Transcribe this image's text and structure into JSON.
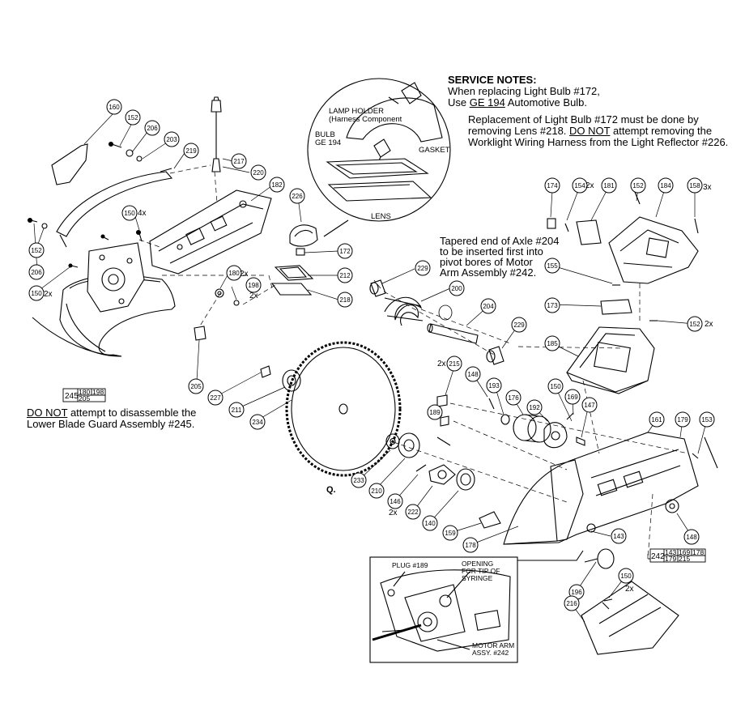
{
  "notes": {
    "service_title": "SERVICE NOTES:",
    "service_line1": "When replacing Light Bulb #172,",
    "service_use": "Use",
    "service_ge": "GE 194",
    "service_auto": "Automotive Bulb.",
    "replace_line1": "Replacement of Light Bulb #172 must be done by",
    "replace_line2_a": "removing Lens #218.",
    "replace_line2_donot": "DO NOT",
    "replace_line2_b": "attempt removing the",
    "replace_line3": "Worklight Wiring Harness from the Light Reflector #226.",
    "axle_line1": "Tapered end of Axle #204",
    "axle_line2": "to be inserted first into",
    "axle_line3": "pivot bores of Motor",
    "axle_line4": "Arm Assembly #242.",
    "guard_donot": "DO NOT",
    "guard_line1": "attempt to disassemble the",
    "guard_line2": "Lower Blade Guard Assembly #245."
  },
  "callouts": {
    "lamp_holder": "LAMP HOLDER",
    "harness": "(Harness Component",
    "bulb": "BULB",
    "ge194": "GE 194",
    "gasket": "GASKET",
    "lens": "LENS",
    "plug": "PLUG #189",
    "opening1": "OPENING",
    "opening2": "FOR TIP OF",
    "opening3": "SYRINGE",
    "motor_arm1": "MOTOR ARM",
    "motor_arm2": "ASSY. #242",
    "stray_q": "Q."
  },
  "parts": [
    "160",
    "152",
    "206",
    "203",
    "219",
    "217",
    "220",
    "182",
    "226",
    "150",
    "152",
    "206",
    "150",
    "180",
    "198",
    "172",
    "212",
    "218",
    "205",
    "227",
    "211",
    "234",
    "229",
    "200",
    "204",
    "229",
    "215",
    "148",
    "193",
    "176",
    "192",
    "150",
    "169",
    "147",
    "189",
    "233",
    "210",
    "146",
    "222",
    "140",
    "159",
    "178",
    "143",
    "161",
    "179",
    "153",
    "148",
    "174",
    "154",
    "181",
    "152",
    "184",
    "158",
    "155",
    "173",
    "185",
    "152",
    "196",
    "150",
    "216"
  ],
  "qty": {
    "q4x": "4x",
    "q2x": "2x",
    "q3x": "3x"
  },
  "assy_245": {
    "main": "245",
    "c1": "180",
    "c2": "198",
    "c3": "205"
  },
  "assy_242": {
    "main": "242",
    "c1": "143",
    "c2": "169",
    "c3": "178",
    "c4": "179",
    "c5": "215"
  }
}
